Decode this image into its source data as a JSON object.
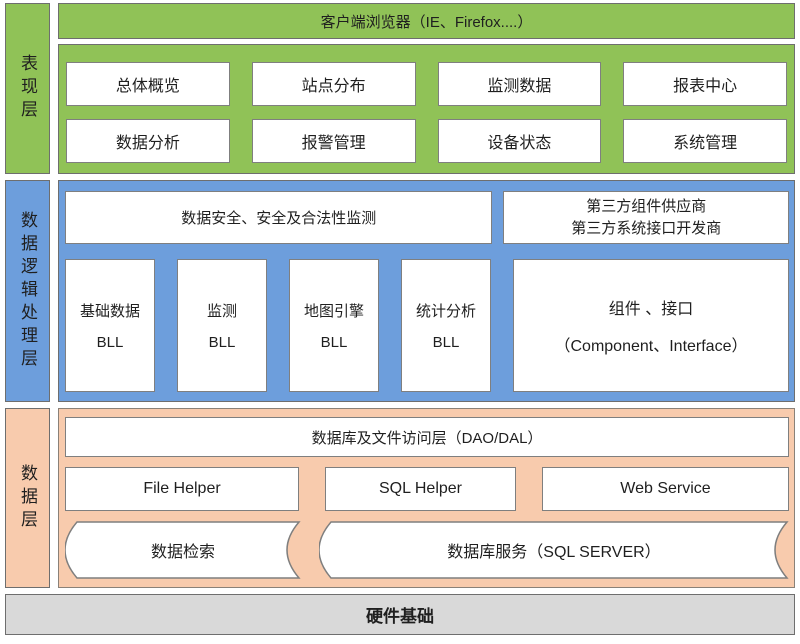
{
  "colors": {
    "green": "#90C257",
    "blue": "#6D9EDC",
    "orange": "#F8CBAD",
    "gray": "#D9D9D9"
  },
  "presentation_layer": {
    "label": "表现层",
    "browser_bar": "客户端浏览器（IE、Firefox....）",
    "modules": [
      "总体概览",
      "站点分布",
      "监测数据",
      "报表中心",
      "数据分析",
      "报警管理",
      "设备状态",
      "系统管理"
    ]
  },
  "logic_layer": {
    "label": "数据逻辑处理层",
    "security_box": "数据安全、安全及合法性监测",
    "thirdparty_line1": "第三方组件供应商",
    "thirdparty_line2": "第三方系统接口开发商",
    "bll_modules": [
      {
        "line1": "基础数据",
        "line2": "BLL"
      },
      {
        "line1": "监测",
        "line2": "BLL"
      },
      {
        "line1": "地图引擎",
        "line2": "BLL"
      },
      {
        "line1": "统计分析",
        "line2": "BLL"
      }
    ],
    "component_line1": "组件 、接口",
    "component_line2": "（Component、Interface）"
  },
  "data_layer": {
    "label": "数据层",
    "dal_bar": "数据库及文件访问层（DAO/DAL）",
    "helpers": [
      "File Helper",
      "SQL Helper",
      "Web Service"
    ],
    "storage_search": "数据检索",
    "storage_db": "数据库服务（SQL SERVER）"
  },
  "hardware_bar": "硬件基础"
}
